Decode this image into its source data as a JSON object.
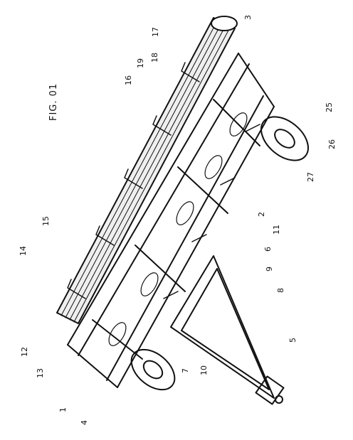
{
  "figure": {
    "label": "FIG. 01"
  },
  "callouts": [
    "1",
    "2",
    "3",
    "4",
    "5",
    "6",
    "7",
    "8",
    "9",
    "10",
    "11",
    "12",
    "13",
    "14",
    "15",
    "16",
    "17",
    "18",
    "19",
    "25",
    "26",
    "27"
  ]
}
